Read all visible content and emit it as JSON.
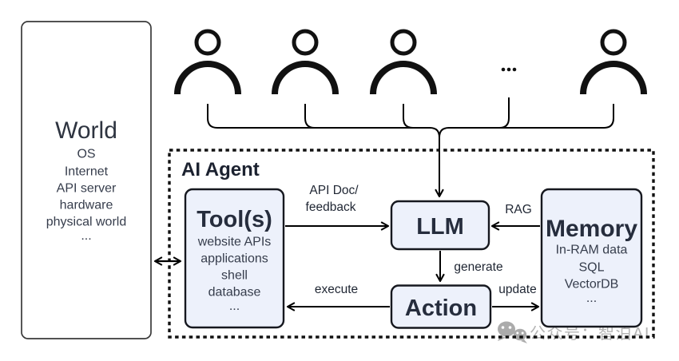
{
  "world": {
    "title": "World",
    "items": [
      "OS",
      "Internet",
      "API server",
      "hardware",
      "physical world",
      "..."
    ]
  },
  "users": {
    "ellipsis": "..."
  },
  "agent": {
    "label": "AI Agent",
    "tools": {
      "title": "Tool(s)",
      "items": [
        "website APIs",
        "applications",
        "shell",
        "database",
        "..."
      ]
    },
    "llm": {
      "title": "LLM"
    },
    "action": {
      "title": "Action"
    },
    "memory": {
      "title": "Memory",
      "items": [
        "In-RAM data",
        "SQL",
        "VectorDB",
        "..."
      ]
    }
  },
  "edges": {
    "api_doc": {
      "line1": "API Doc/",
      "line2": "feedback"
    },
    "rag": {
      "label": "RAG"
    },
    "generate": {
      "label": "generate"
    },
    "execute": {
      "label": "execute"
    },
    "update": {
      "label": "update"
    }
  },
  "watermark": {
    "text": "公众号：智泊AI"
  },
  "colors": {
    "background": "#ffffff",
    "box_fill": "#edf1fb",
    "box_border": "#16181f",
    "world_border": "#3a3a3a",
    "dashed_border": "#111111",
    "line": "#000000",
    "title_text": "#262d3d",
    "item_text": "#363d4c",
    "label_text": "#1f2633",
    "watermark_gray": "#b5b5b5"
  }
}
